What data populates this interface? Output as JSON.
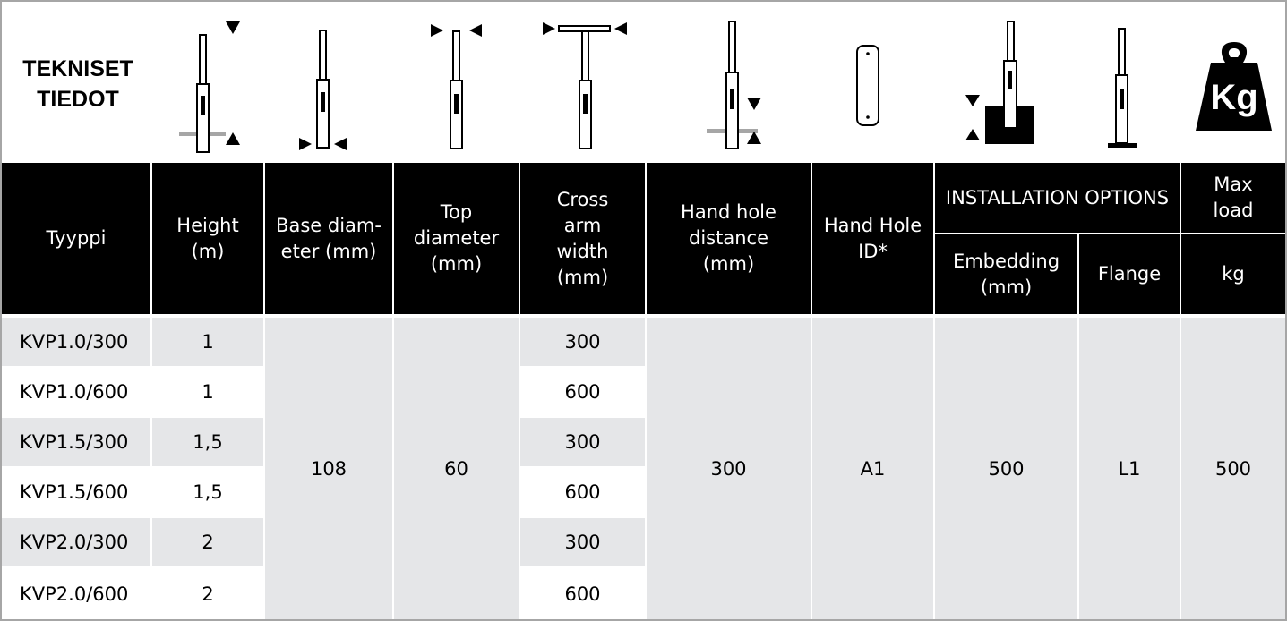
{
  "title_lines": [
    "TEKNISET",
    "TIEDOT"
  ],
  "icons": [
    "pole-height-icon",
    "base-diameter-icon",
    "top-diameter-icon",
    "cross-arm-width-icon",
    "hand-hole-distance-icon",
    "hand-hole-icon",
    "embedding-icon",
    "flange-icon",
    "weight-icon"
  ],
  "weight_label": "Kg",
  "header": {
    "type": "Tyyppi",
    "height": "Height (m)",
    "base": "Base diam-eter (mm)",
    "top": "Top diameter (mm)",
    "cross": "Cross arm width (mm)",
    "handhole_distance": "Hand hole distance (mm)",
    "handhole_id": "Hand Hole ID*",
    "installation": "INSTALLATION OPTIONS",
    "maxload": "Max load",
    "embedding": "Embedding (mm)",
    "flange": "Flange",
    "kg": "kg"
  },
  "rows": [
    {
      "type": "KVP1.0/300",
      "height": "1",
      "cross": "300"
    },
    {
      "type": "KVP1.0/600",
      "height": "1",
      "cross": "600"
    },
    {
      "type": "KVP1.5/300",
      "height": "1,5",
      "cross": "300"
    },
    {
      "type": "KVP1.5/600",
      "height": "1,5",
      "cross": "600"
    },
    {
      "type": "KVP2.0/300",
      "height": "2",
      "cross": "300"
    },
    {
      "type": "KVP2.0/600",
      "height": "2",
      "cross": "600"
    }
  ],
  "merged": {
    "base": "108",
    "top": "60",
    "handhole_distance": "300",
    "handhole_id": "A1",
    "embedding": "500",
    "flange": "L1",
    "maxload": "500"
  },
  "colors": {
    "header_bg": "#000000",
    "row_gray": "#e5e6e8",
    "frame": "#a6a6a6"
  }
}
